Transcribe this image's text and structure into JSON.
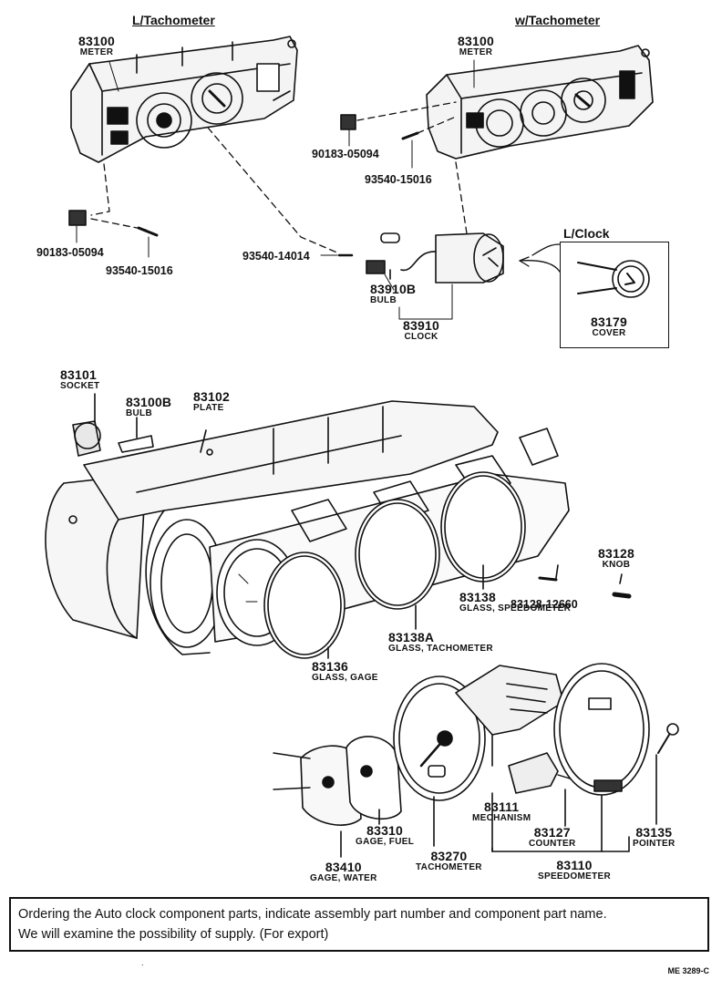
{
  "headers": {
    "l_tachometer": "L/Tachometer",
    "w_tachometer": "w/Tachometer",
    "l_clock": "L/Clock"
  },
  "parts": {
    "meter_left": {
      "number": "83100",
      "name": "METER"
    },
    "meter_right": {
      "number": "83100",
      "name": "METER"
    },
    "bulb_clock": {
      "number": "83910B",
      "name": "BULB"
    },
    "clock": {
      "number": "83910",
      "name": "CLOCK"
    },
    "cover": {
      "number": "83179",
      "name": "COVER"
    },
    "socket": {
      "number": "83101",
      "name": "SOCKET"
    },
    "bulb_meter": {
      "number": "83100B",
      "name": "BULB"
    },
    "plate": {
      "number": "83102",
      "name": "PLATE"
    },
    "knob": {
      "number": "83128",
      "name": "KNOB"
    },
    "glass_speedometer": {
      "number": "83138",
      "name": "GLASS, SPEEDOMETER"
    },
    "glass_tachometer": {
      "number": "83138A",
      "name": "GLASS, TACHOMETER"
    },
    "glass_gage": {
      "number": "83136",
      "name": "GLASS, GAGE"
    },
    "mechanism": {
      "number": "83111",
      "name": "MECHANISM"
    },
    "counter": {
      "number": "83127",
      "name": "COUNTER"
    },
    "pointer": {
      "number": "83135",
      "name": "POINTER"
    },
    "gage_fuel": {
      "number": "83310",
      "name": "GAGE, FUEL"
    },
    "tachometer": {
      "number": "83270",
      "name": "TACHOMETER"
    },
    "speedometer": {
      "number": "83110",
      "name": "SPEEDOMETER"
    },
    "gage_water": {
      "number": "83410",
      "name": "GAGE, WATER"
    }
  },
  "part_numbers": {
    "clip_right": "90183-05094",
    "screw_right": "93540-15016",
    "clip_left": "90183-05094",
    "screw_left": "93540-15016",
    "screw_clock": "93540-14014",
    "knob_pin": "83128-12660"
  },
  "note": {
    "line1": "Ordering the Auto clock component parts, indicate assembly part number and component part name.",
    "line2": "We will examine the possibility of supply. (For export)"
  },
  "drawing_code": "ME 3289-C",
  "corner_mark": ".",
  "colors": {
    "ink": "#111111",
    "paper": "#ffffff"
  }
}
